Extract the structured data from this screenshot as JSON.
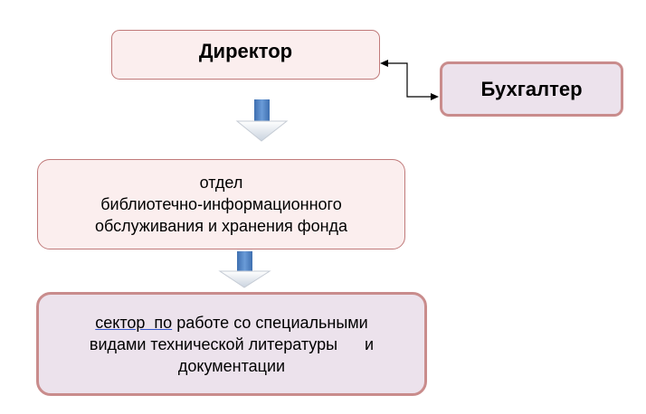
{
  "nodes": {
    "director": "Директор",
    "accountant": "Бухгалтер",
    "department": {
      "line1": "отдел",
      "line2": "библиотечно-информационного",
      "line3": "обслуживания и хранения фонда"
    },
    "sector": {
      "line1_part1": "сектор  по",
      "line1_part2": " работе со специальными",
      "line2": "видами технической литературы      и",
      "line3": "документации"
    }
  },
  "colors": {
    "arrow_fill": "#4f81bd",
    "box_fill_light": "#fbeeee",
    "box_fill_purple": "#ece2ec",
    "box_border": "#c98c8c"
  }
}
